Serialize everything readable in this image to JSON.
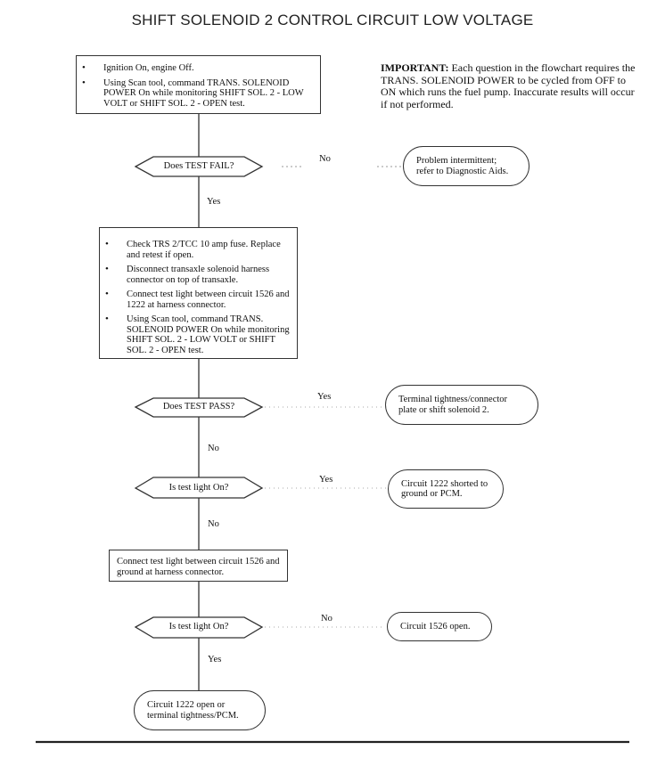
{
  "title": "SHIFT SOLENOID 2 CONTROL CIRCUIT LOW VOLTAGE",
  "important": {
    "label": "IMPORTANT:",
    "text": "Each question in the flowchart requires the TRANS. SOLENOID POWER to be cycled from OFF to ON which runs the fuel pump. Inaccurate results will occur if not performed."
  },
  "steps": {
    "step1": [
      "Ignition On, engine Off.",
      "Using Scan tool, command TRANS. SOLENOID POWER On while monitoring SHIFT SOL. 2 - LOW VOLT or SHIFT SOL. 2 - OPEN test."
    ],
    "step2": [
      "Check TRS 2/TCC 10 amp fuse. Replace and retest if open.",
      "Disconnect transaxle solenoid harness connector on top of transaxle.",
      "Connect test light between circuit 1526 and 1222 at harness connector.",
      "Using Scan tool, command TRANS. SOLENOID POWER On while monitoring SHIFT SOL. 2 - LOW VOLT or SHIFT SOL. 2 - OPEN test."
    ],
    "step3": "Connect test light between circuit 1526 and ground at harness connector."
  },
  "decisions": {
    "d1": "Does TEST FAIL?",
    "d2": "Does TEST PASS?",
    "d3": "Is test light On?",
    "d4": "Is test light On?"
  },
  "results": {
    "r1": "Problem intermittent; refer to Diagnostic Aids.",
    "r2": "Terminal tightness/connector plate or shift solenoid 2.",
    "r3": "Circuit 1222 shorted to ground or PCM.",
    "r4": "Circuit 1526 open.",
    "r5": "Circuit 1222 open or terminal tightness/PCM."
  },
  "labels": {
    "d1_side": "No",
    "d1_down": "Yes",
    "d2_side": "Yes",
    "d2_down": "No",
    "d3_side": "Yes",
    "d3_down": "No",
    "d4_side": "No",
    "d4_down": "Yes"
  }
}
